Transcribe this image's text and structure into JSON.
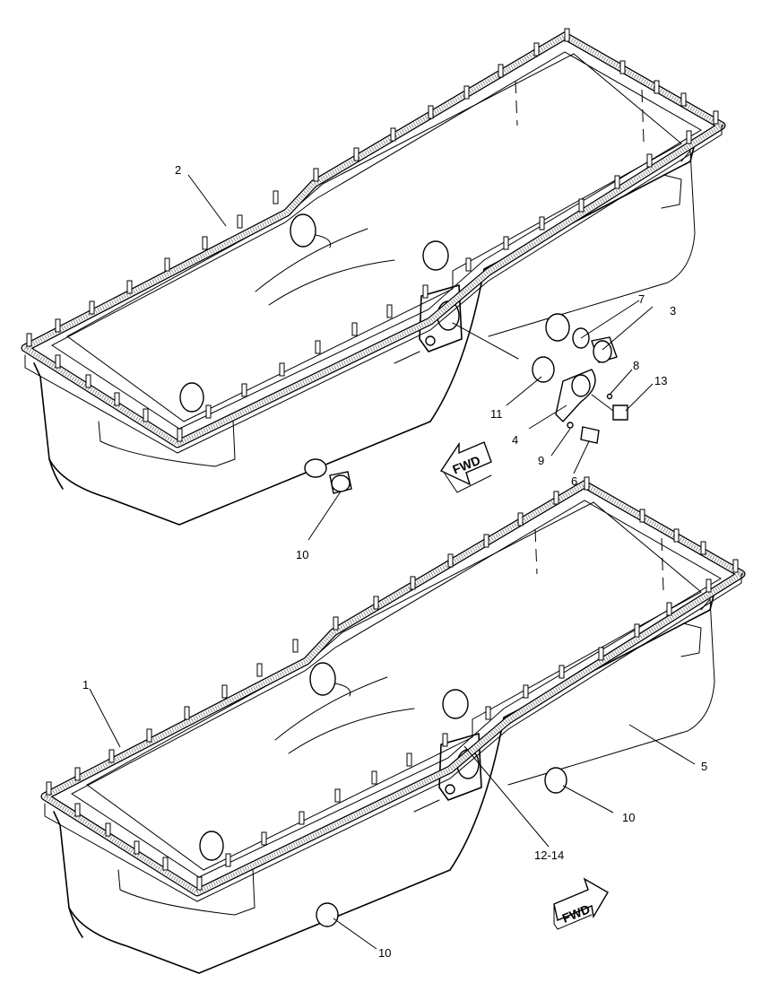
{
  "callouts": {
    "c1": "1",
    "c2": "2",
    "c3": "3",
    "c4": "4",
    "c5": "5",
    "c6": "6",
    "c7": "7",
    "c8": "8",
    "c9": "9",
    "c10a": "10",
    "c10b": "10",
    "c10c": "10",
    "c11": "11",
    "c12": "12-14",
    "c13": "13"
  },
  "arrows": {
    "upper": "FWD",
    "lower": "FWD"
  }
}
